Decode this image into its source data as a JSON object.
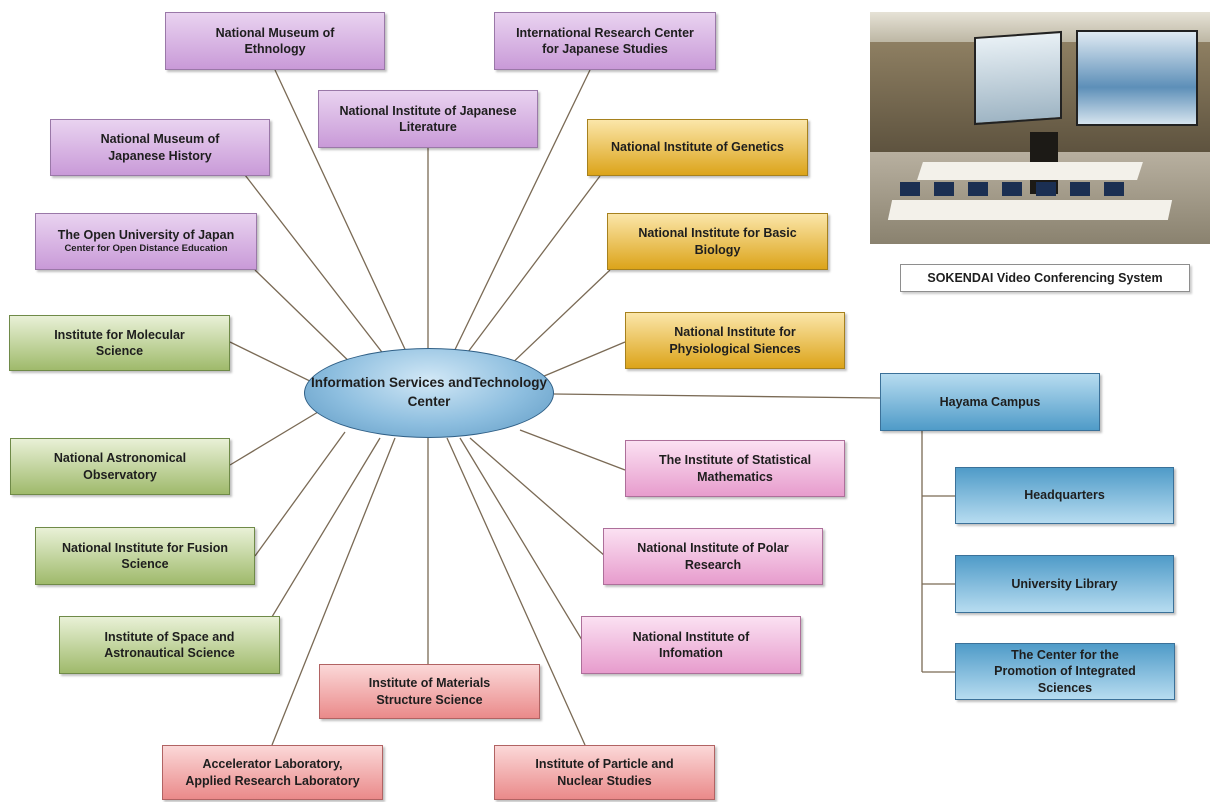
{
  "center": {
    "line1": "Information Services and",
    "line2": "Technology Center"
  },
  "photo_caption": "SOKENDAI Video Conferencing System",
  "nodes": {
    "ethnology": {
      "line1": "National Museum of",
      "line2": "Ethnology"
    },
    "japanese_studies": {
      "line1": "International Research Center",
      "line2": "for Japanese Studies"
    },
    "japanese_literature": {
      "line1": "National Institute of Japanese",
      "line2": "Literature"
    },
    "japanese_history": {
      "line1": "National Museum of",
      "line2": "Japanese History"
    },
    "genetics": {
      "line1": "National Institute of Genetics"
    },
    "open_university": {
      "line1": "The Open University of Japan",
      "line2": "Center for Open Distance Education"
    },
    "basic_biology": {
      "line1": "National Institute  for Basic",
      "line2": "Biology"
    },
    "molecular_science": {
      "line1": "Institute for Molecular",
      "line2": "Science"
    },
    "physiological": {
      "line1": "National Institute for",
      "line2": "Physiological Siences"
    },
    "hayama": {
      "line1": "Hayama Campus"
    },
    "astronomical": {
      "line1": "National Astronomical",
      "line2": "Observatory"
    },
    "statistical": {
      "line1": "The Institute of Statistical",
      "line2": "Mathematics"
    },
    "headquarters": {
      "line1": "Headquarters"
    },
    "fusion": {
      "line1": "National Institute for Fusion",
      "line2": "Science"
    },
    "polar": {
      "line1": "National Institute of Polar",
      "line2": "Research"
    },
    "library": {
      "line1": "University Library"
    },
    "space": {
      "line1": "Institute of Space and",
      "line2": "Astronautical Science"
    },
    "informatics": {
      "line1": "National Institute of",
      "line2": "Infomation"
    },
    "integrated": {
      "line1": "The Center for the",
      "line2": "Promotion of Integrated",
      "line3": "Sciences"
    },
    "materials": {
      "line1": "Institute of Materials",
      "line2": "Structure Science"
    },
    "accelerator": {
      "line1": "Accelerator Laboratory,",
      "line2": "Applied Research Laboratory"
    },
    "particle": {
      "line1": "Institute of Particle and",
      "line2": "Nuclear Studies"
    }
  },
  "colors": {
    "purple": "#c99ad8",
    "gold": "#dca41a",
    "green": "#9fba6b",
    "pink": "#e79ccd",
    "salmon": "#ea8a8a",
    "blue": "#4f9bc8",
    "line": "#7a6a55"
  }
}
